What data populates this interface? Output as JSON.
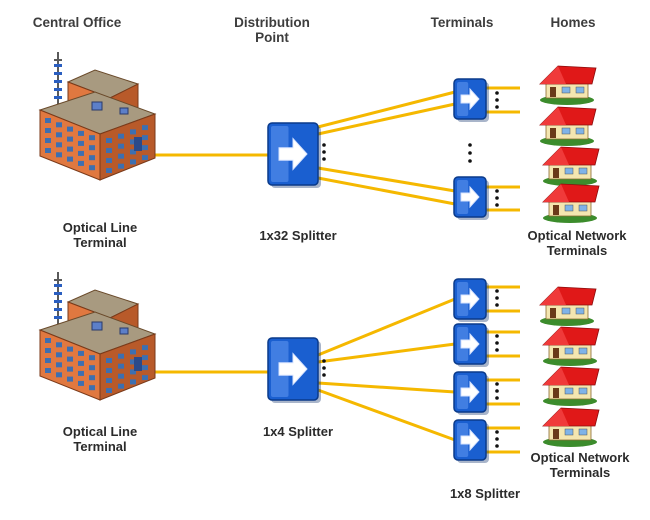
{
  "headers": {
    "central_office": "Central Office",
    "distribution_point_line1": "Distribution",
    "distribution_point_line2": "Point",
    "terminals": "Terminals",
    "homes": "Homes"
  },
  "top": {
    "olt_line1": "Optical Line",
    "olt_line2": "Terminal",
    "splitter": "1x32 Splitter",
    "ont_line1": "Optical Network",
    "ont_line2": "Terminals"
  },
  "bottom": {
    "olt_line1": "Optical Line",
    "olt_line2": "Terminal",
    "splitter": "1x4 Splitter",
    "ont_line1": "Optical Network",
    "ont_line2": "Terminals",
    "terminal_splitter": "1x8 Splitter"
  },
  "colors": {
    "fiber": "#f5b800",
    "splitter_blue": "#1a5fd0",
    "building_wall": "#e07840",
    "building_roof": "#a89a80",
    "roof_red": "#e01818",
    "house_wall": "#f4e6b0",
    "grass": "#3c8c2c"
  },
  "icons": {
    "building": "central-office-building-icon",
    "splitter": "optical-splitter-icon",
    "house": "house-icon"
  }
}
